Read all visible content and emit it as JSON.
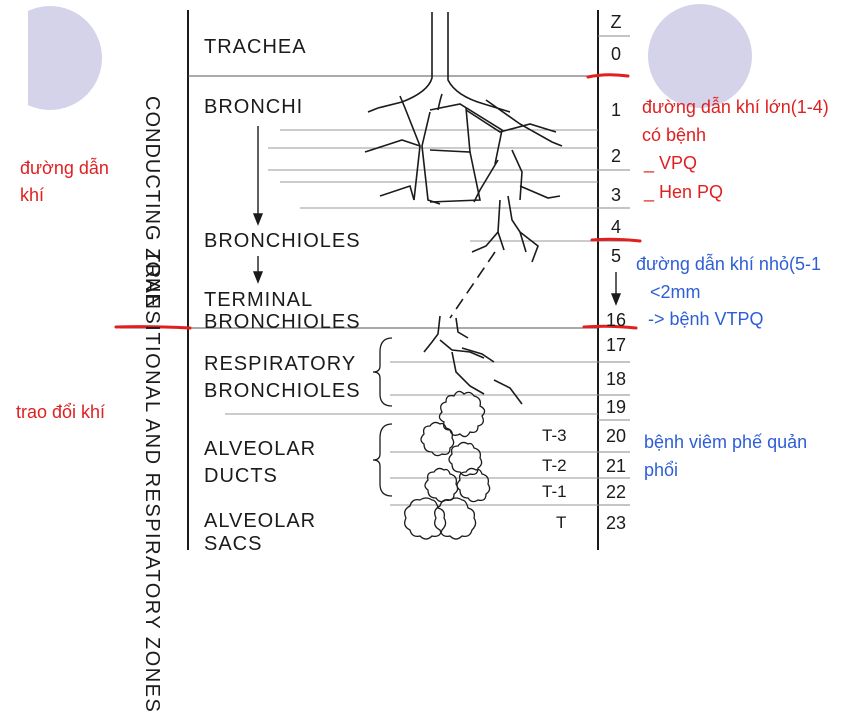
{
  "zones": {
    "conducting": "CONDUCTING ZONE",
    "transitional": "TRANSITIONAL AND RESPIRATORY ZONES"
  },
  "levels": {
    "trachea": "TRACHEA",
    "bronchi": "BRONCHI",
    "bronchioles": "BRONCHIOLES",
    "terminal_1": "TERMINAL",
    "terminal_2": "BRONCHIOLES",
    "respiratory_1": "RESPIRATORY",
    "respiratory_2": "BRONCHIOLES",
    "alveolar_ducts_1": "ALVEOLAR",
    "alveolar_ducts_2": "DUCTS",
    "alveolar_sacs_1": "ALVEOLAR",
    "alveolar_sacs_2": "SACS"
  },
  "generation_header": "Z",
  "generations": [
    "0",
    "1",
    "2",
    "3",
    "4",
    "5",
    "16",
    "17",
    "18",
    "19",
    "20",
    "21",
    "22",
    "23"
  ],
  "t_labels": [
    "T-3",
    "T-2",
    "T-1",
    "T"
  ],
  "annotations": {
    "left_conducting_1": "đường dẫn",
    "left_conducting_2": "khí",
    "left_exchange": "trao đổi khí",
    "large_airways": "đường dẫn khí lớn(1-4)",
    "has_disease": "có bệnh",
    "copd": "_ VPQ",
    "asthma": "_ Hen PQ",
    "small_airways": "đường dẫn khí nhỏ(5-1",
    "small_size": "<2mm",
    "small_disease": "-> bệnh VTPQ",
    "pneumonia_1": "bệnh viêm phế quản",
    "pneumonia_2": "phổi"
  },
  "colors": {
    "red_annotation": "#e02020",
    "blue_annotation": "#2e5ed6",
    "circle": "#d5d3ea",
    "line": "#1b1b1b"
  }
}
